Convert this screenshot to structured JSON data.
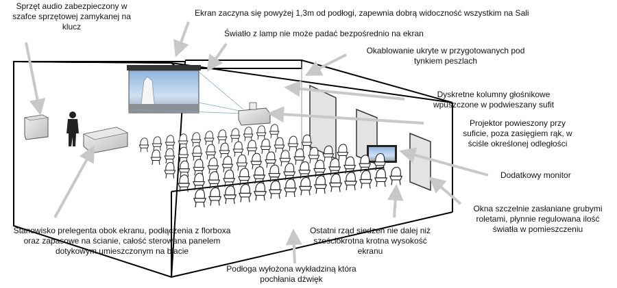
{
  "labels": {
    "audio": [
      "Sprzęt audio zabezpieczony w",
      "szafce sprzętowej zamykanej na",
      "klucz"
    ],
    "screen_height": [
      "Ekran zaczyna się powyżej 1,3m od podłogi, zapewnia dobrą widoczność wszystkim na Sali"
    ],
    "light": [
      "Światło z lamp nie może padać bezpośrednio na ekran"
    ],
    "cabling": [
      "Okablowanie ukryte w przygotowanych pod",
      "tynkiem peszlach"
    ],
    "speakers": [
      "Dyskretne kolumny głośnikowe",
      "wpuszczone w podwieszany sufit"
    ],
    "projector": [
      "Projektor powieszony przy",
      "suficie, poza zasięgiem rąk, w",
      "ściśle określonej odległości"
    ],
    "monitor": [
      "Dodatkowy monitor"
    ],
    "windows": [
      "Okna szczelnie zasłaniane grubymi",
      "roletami, płynnie regulowana ilość",
      "światła w pomieszczeniu"
    ],
    "podium": [
      "Stanowisko prelegenta obok ekranu, podłączenia z florboxa",
      "oraz zapasowe na ścianie, całość sterowana panelem",
      "dotykowym umieszczonym na blacie"
    ],
    "last_row": [
      "Ostatni rząd siedzeń nie dalej niż",
      "sześciokrotna krotna wysokość",
      "ekranu"
    ],
    "floor": [
      "Podłoga wyłożona wykładziną która",
      "pochłania dźwięk"
    ]
  },
  "colors": {
    "arrow": "#c8c8c8",
    "wall_line": "#000000",
    "panel": "#e6e6e6",
    "person": "#222222",
    "seat": "#ffffff"
  }
}
